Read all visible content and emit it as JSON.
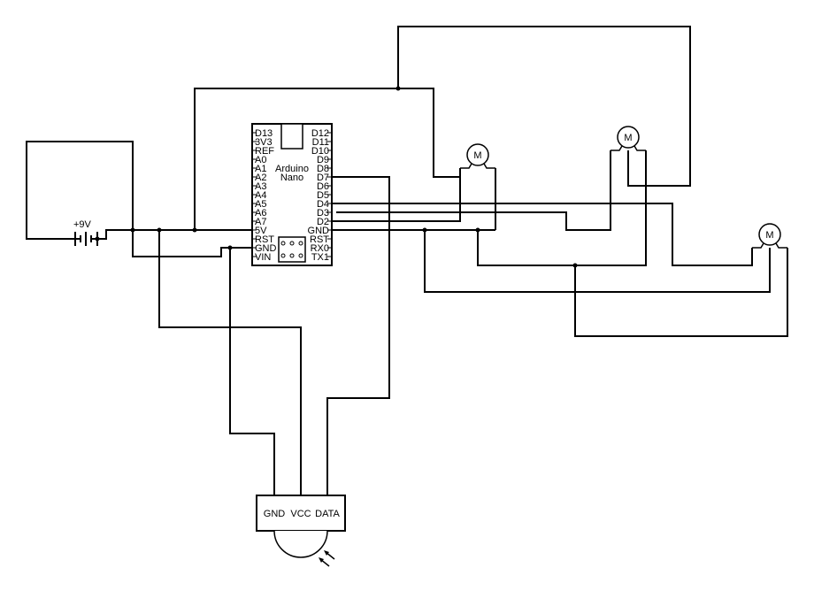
{
  "battery": {
    "label": "+9V"
  },
  "board": {
    "title_line1": "Arduino",
    "title_line2": "Nano",
    "left_pins": [
      "D13",
      "3V3",
      "REF",
      "A0",
      "A1",
      "A2",
      "A3",
      "A4",
      "A5",
      "A6",
      "A7",
      "5V",
      "RST",
      "GND",
      "VIN"
    ],
    "right_pins": [
      "D12",
      "D11",
      "D10",
      "D9",
      "D8",
      "D7",
      "D6",
      "D5",
      "D4",
      "D3",
      "D2",
      "GND",
      "RST",
      "RX0",
      "TX1"
    ]
  },
  "motors": [
    {
      "label": "M"
    },
    {
      "label": "M"
    },
    {
      "label": "M"
    }
  ],
  "sensor": {
    "pin_gnd": "GND",
    "pin_vcc": "VCC",
    "pin_data": "DATA"
  }
}
